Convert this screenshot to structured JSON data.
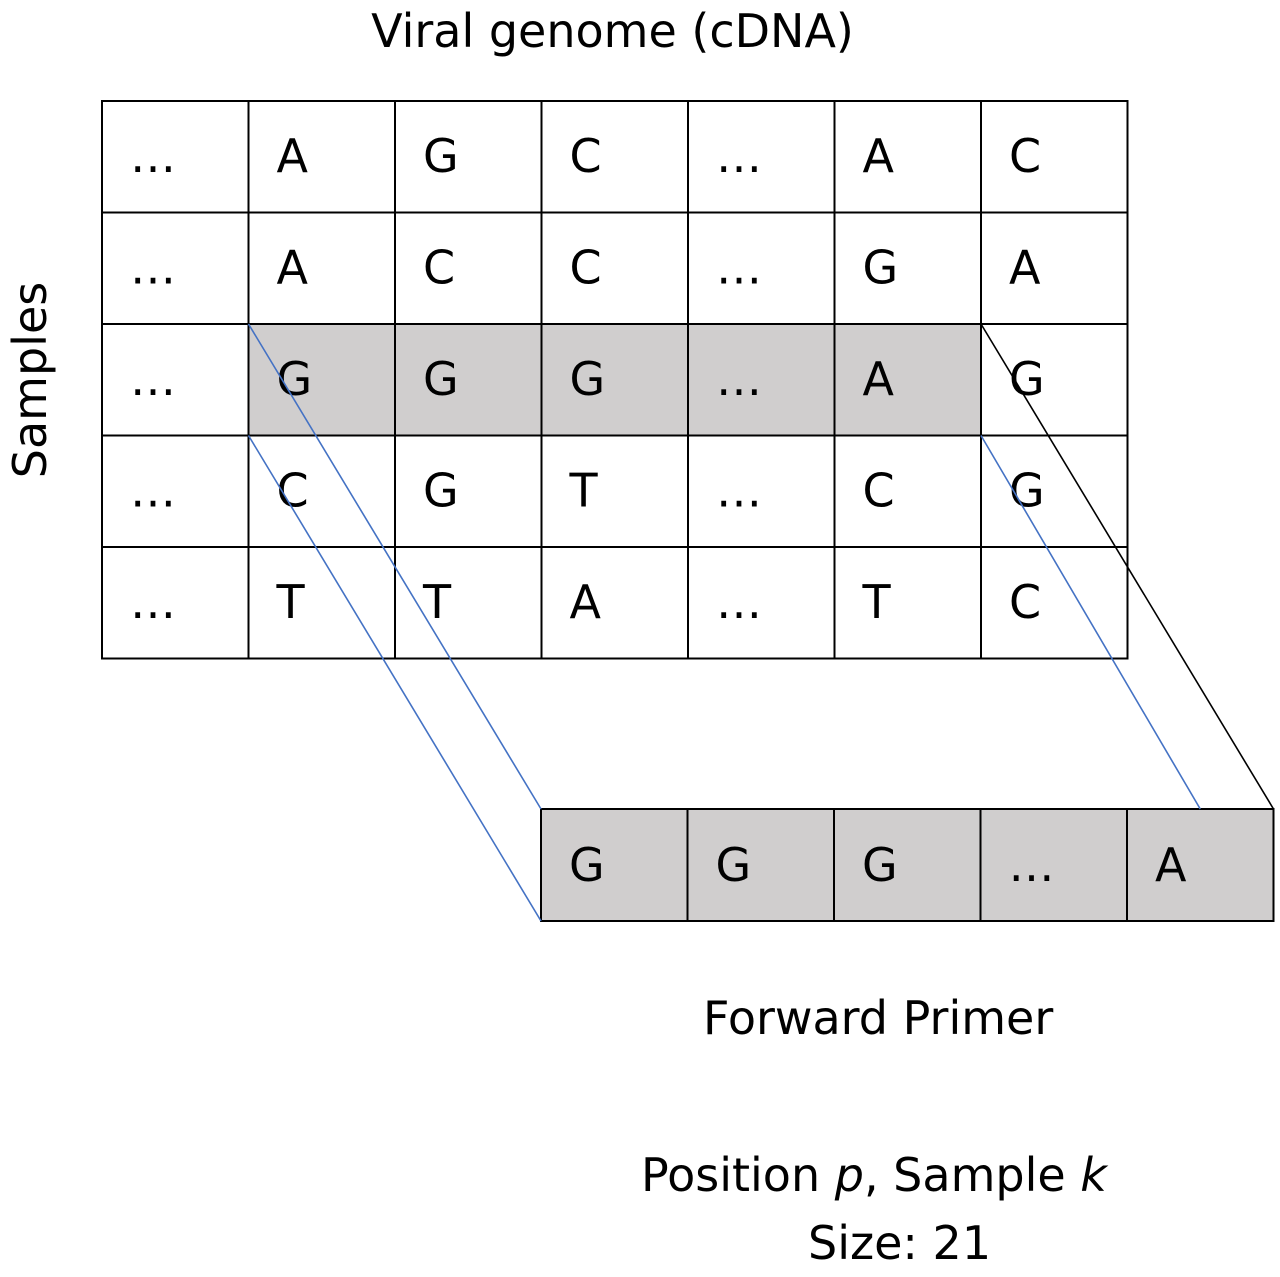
{
  "title": "Viral genome (cDNA)",
  "y_label": "Samples",
  "grid": {
    "rows": [
      [
        "...",
        "A",
        "G",
        "C",
        "...",
        "A",
        "C"
      ],
      [
        "...",
        "A",
        "C",
        "C",
        "...",
        "G",
        "A"
      ],
      [
        "...",
        "G",
        "G",
        "G",
        "...",
        "A",
        "G"
      ],
      [
        "...",
        "C",
        "G",
        "T",
        "...",
        "C",
        "G"
      ],
      [
        "...",
        "T",
        "T",
        "A",
        "...",
        "T",
        "C"
      ]
    ],
    "highlight": {
      "row": 2,
      "from_col": 1,
      "to_col": 5
    }
  },
  "primer": {
    "cells": [
      "G",
      "G",
      "G",
      "...",
      "A"
    ],
    "label": "Forward Primer"
  },
  "caption": {
    "line1_prefix": "Position ",
    "line1_p": "p",
    "line1_mid": ", Sample ",
    "line1_k": "k",
    "line2": "Size: 21"
  },
  "colors": {
    "highlight_fill": "#d0cece",
    "grid_border": "#000000",
    "connector_blue": "#4472c4",
    "connector_black": "#000000"
  }
}
